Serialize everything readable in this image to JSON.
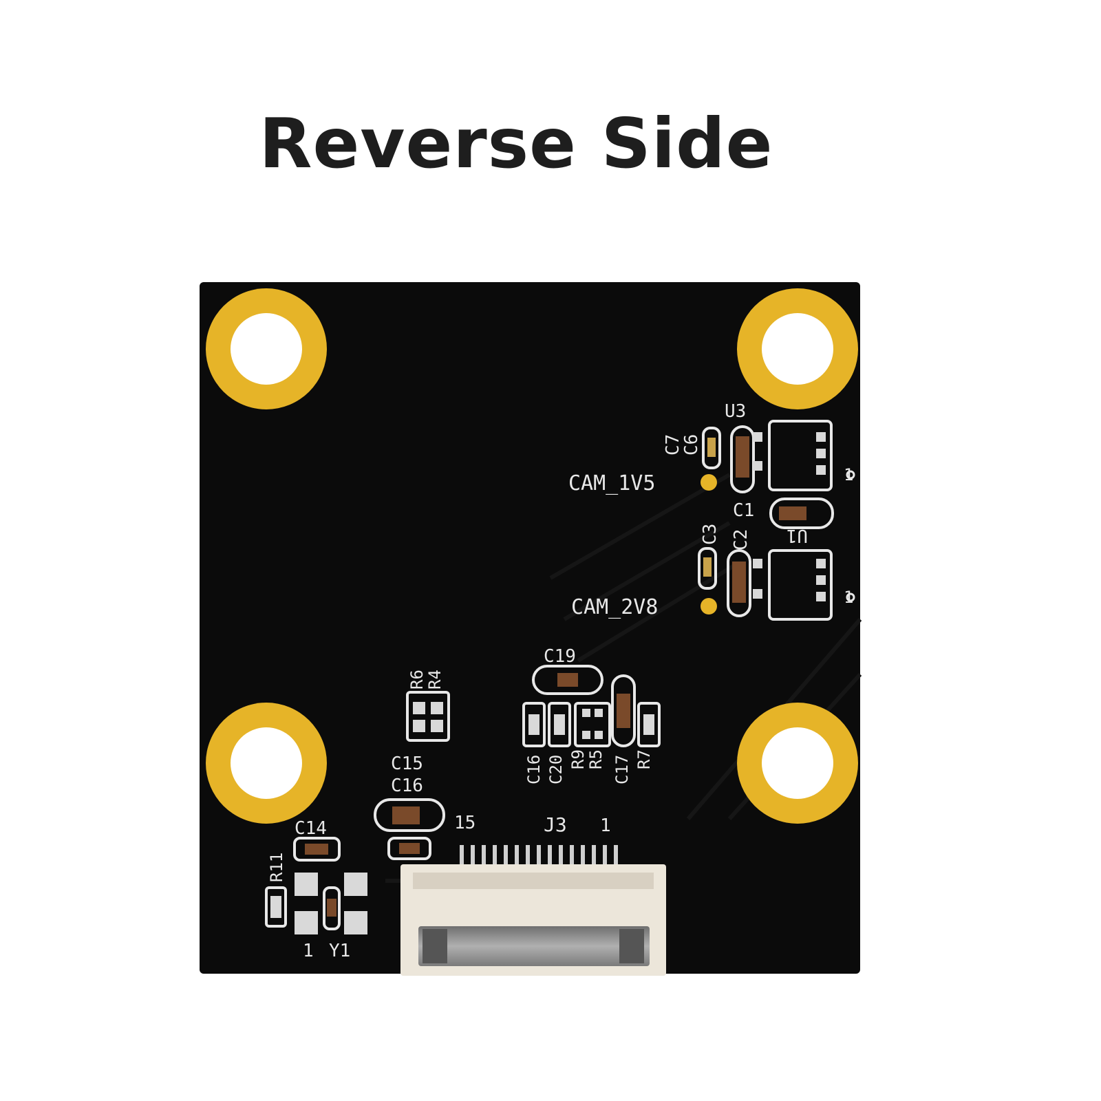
{
  "title": "Reverse Side",
  "colors": {
    "board": "#0b0b0b",
    "gold": "#e6b428",
    "silk": "#e8e8e8",
    "connector": "#ece6da",
    "metal": "#9a9a9a",
    "page": "#ffffff"
  },
  "silkscreen": {
    "u3": "U3",
    "c7": "C7",
    "c6": "C6",
    "c1": "C1",
    "c2": "C2",
    "c3": "C3",
    "u1": "U1",
    "cam_1v5": "CAM_1V5",
    "cam_2v8": "CAM_2V8",
    "pin1_top": "1",
    "pin1_mid": "1",
    "c19": "C19",
    "r6": "R6",
    "r4": "R4",
    "c16b": "C16",
    "c20": "C20",
    "r9": "R9",
    "r5": "R5",
    "c17": "C17",
    "r7": "R7",
    "c15": "C15",
    "c16": "C16",
    "c14": "C14",
    "r11": "R11",
    "j3": "J3",
    "p15": "15",
    "p1": "1",
    "y1_pin": "1",
    "y1": "Y1"
  }
}
